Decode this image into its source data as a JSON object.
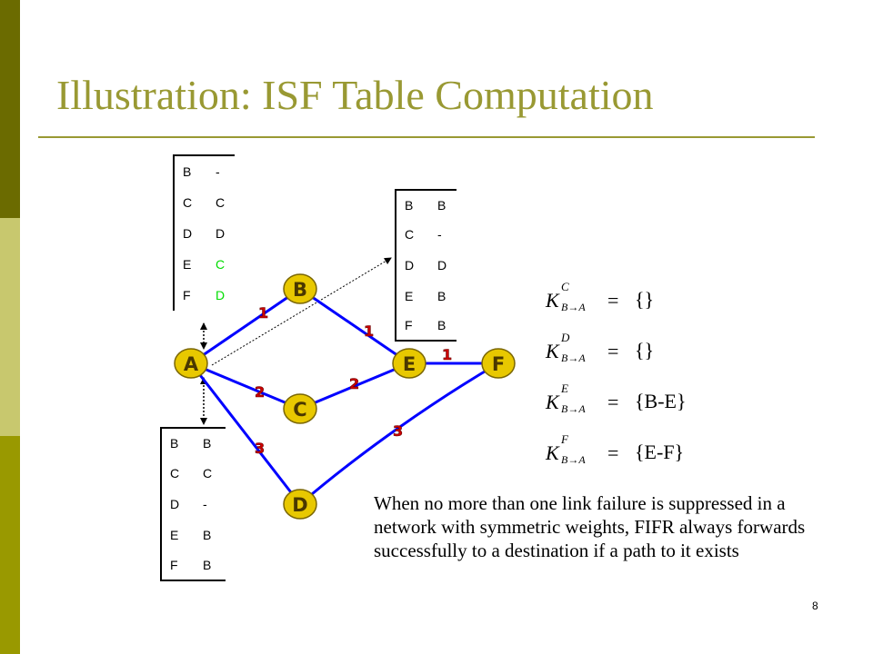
{
  "slide": {
    "title": "Illustration: ISF Table Computation",
    "page_number": "8",
    "note": "When no more than one link failure is suppressed in a network with symmetric weights, FIFR always forwards successfully to a destination if a path to it exists",
    "colors": {
      "accent": "#999933",
      "link": "#0000ff",
      "node_fill": "#e8c800",
      "alt_hop": "#00dd00"
    }
  },
  "tables": {
    "top": [
      {
        "dest": "B",
        "hop": "-"
      },
      {
        "dest": "C",
        "hop": "C"
      },
      {
        "dest": "D",
        "hop": "D"
      },
      {
        "dest": "E",
        "hop": "C"
      },
      {
        "dest": "F",
        "hop": "D"
      }
    ],
    "b": [
      {
        "dest": "B",
        "hop": "B"
      },
      {
        "dest": "C",
        "hop": "-"
      },
      {
        "dest": "D",
        "hop": "D"
      },
      {
        "dest": "E",
        "hop": "B"
      },
      {
        "dest": "F",
        "hop": "B"
      }
    ],
    "bottom": [
      {
        "dest": "B",
        "hop": "B"
      },
      {
        "dest": "C",
        "hop": "C"
      },
      {
        "dest": "D",
        "hop": "-"
      },
      {
        "dest": "E",
        "hop": "B"
      },
      {
        "dest": "F",
        "hop": "B"
      }
    ]
  },
  "graph": {
    "nodes": [
      "A",
      "B",
      "C",
      "D",
      "E",
      "F"
    ],
    "links": [
      {
        "from": "A",
        "to": "B",
        "weight": "1"
      },
      {
        "from": "A",
        "to": "C",
        "weight": "2"
      },
      {
        "from": "A",
        "to": "D",
        "weight": "3"
      },
      {
        "from": "B",
        "to": "E",
        "weight": "1"
      },
      {
        "from": "C",
        "to": "E",
        "weight": "2"
      },
      {
        "from": "D",
        "to": "F",
        "weight": "3"
      },
      {
        "from": "E",
        "to": "F",
        "weight": "1"
      }
    ]
  },
  "formulas": [
    {
      "symbol": "K",
      "superscript": "C",
      "subscript": "B→A",
      "equals": "=",
      "value": "{}"
    },
    {
      "symbol": "K",
      "superscript": "D",
      "subscript": "B→A",
      "equals": "=",
      "value": "{}"
    },
    {
      "symbol": "K",
      "superscript": "E",
      "subscript": "B→A",
      "equals": "=",
      "value": "{B-E}"
    },
    {
      "symbol": "K",
      "superscript": "F",
      "subscript": "B→A",
      "equals": "=",
      "value": "{E-F}"
    }
  ]
}
